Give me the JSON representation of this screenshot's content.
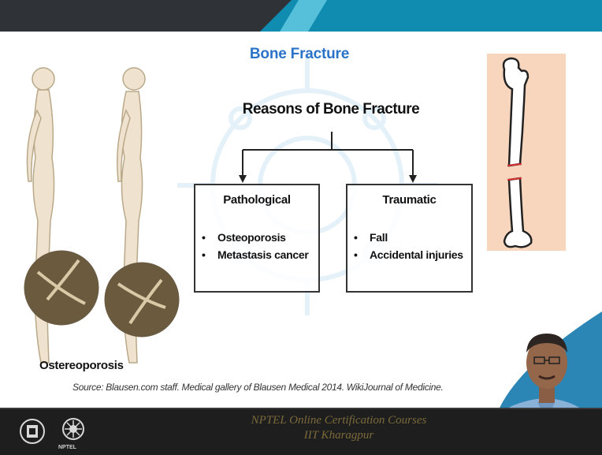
{
  "slide": {
    "title": "Bone Fracture",
    "diagram_title": "Reasons of Bone Fracture",
    "left_box": {
      "heading": "Pathological",
      "items": [
        "Osteoporosis",
        "Metastasis cancer"
      ]
    },
    "right_box": {
      "heading": "Traumatic",
      "items": [
        "Fall",
        "Accidental injuries"
      ]
    },
    "image_label": "Ostereoporosis",
    "source": "Source: Blausen.com staff. Medical gallery of Blausen Medical 2014. WikiJournal of Medicine.",
    "bullet": "•"
  },
  "footer": {
    "line1": "NPTEL Online Certification Courses",
    "line2": "IIT Kharagpur",
    "logo_label": "NPTEL"
  },
  "colors": {
    "title_blue": "#2a73c8",
    "banner_dark": "#2f3338",
    "banner_blue": "#0f8cb0",
    "footer_bg": "#1e1e1e",
    "footer_text": "#7b6a3a"
  },
  "icons": [
    "skeleton-figure-icon",
    "femur-fracture-icon",
    "iit-logo-icon",
    "nptel-logo-icon",
    "presenter-video"
  ]
}
